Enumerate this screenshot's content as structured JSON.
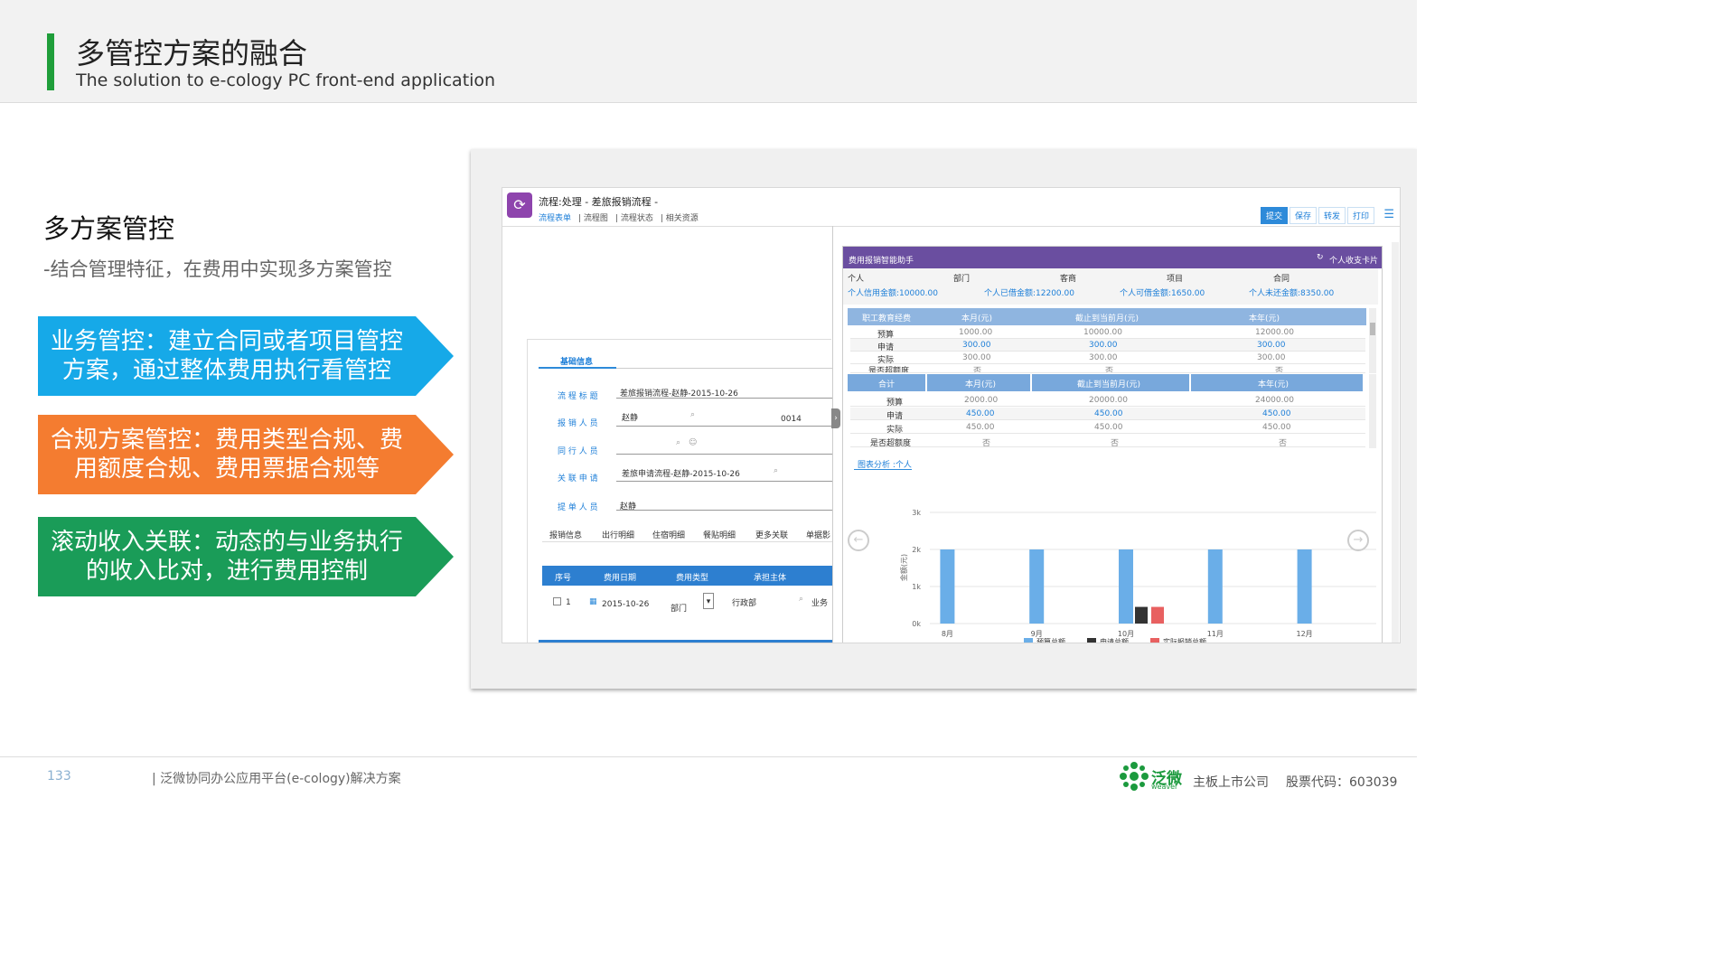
{
  "header": {
    "title": "多管控方案的融合",
    "subtitle": "The solution to e-cology PC front-end application"
  },
  "left": {
    "heading": "多方案管控",
    "subheading": "-结合管理特征，在费用中实现多方案管控",
    "items": [
      {
        "line1": "业务管控：建立合同或者项目管控",
        "line2": "方案，通过整体费用执行看管控",
        "color": "#16a9e8"
      },
      {
        "line1": "合规方案管控：费用类型合规、费",
        "line2": "用额度合规、费用票据合规等",
        "color": "#f47c30"
      },
      {
        "line1": "滚动收入关联：动态的与业务执行",
        "line2": "的收入比对，进行费用控制",
        "color": "#1a9c58"
      }
    ]
  },
  "app": {
    "title": "流程:处理 - 差旅报销流程 -",
    "icon": "workflow-icon",
    "tabs": [
      "流程表单",
      "流程图",
      "流程状态",
      "相关资源"
    ],
    "buttons": [
      "提交",
      "保存",
      "转发",
      "打印"
    ],
    "form": {
      "section": "基础信息",
      "fields": [
        {
          "label": "流 程 标 题",
          "value": "差旅报销流程-赵静-2015-10-26"
        },
        {
          "label": "报 销 人 员",
          "value": "赵静",
          "extra": "0014"
        },
        {
          "label": "同 行 人 员",
          "value": ""
        },
        {
          "label": "关 联 申 请",
          "value": "差旅申请流程-赵静-2015-10-26"
        },
        {
          "label": "提 单 人 员",
          "value": "赵静"
        }
      ],
      "detail_tabs": [
        "报销信息",
        "出行明细",
        "住宿明细",
        "餐贴明细",
        "更多关联",
        "单据影"
      ],
      "table_headers": [
        "序号",
        "费用日期",
        "费用类型",
        "承担主体"
      ],
      "table_row": {
        "no": "1",
        "date": "2015-10-26",
        "type": "部门",
        "owner": "行政部",
        "more": "业务"
      }
    },
    "panel": {
      "title": "费用报销智能助手",
      "link": "个人收支卡片",
      "cols": [
        "个人",
        "部门",
        "客商",
        "项目",
        "合同"
      ],
      "amounts": [
        "个人信用金额:10000.00",
        "个人已借金额:12200.00",
        "个人可借金额:1650.00",
        "个人未还金额:8350.00"
      ],
      "table1": {
        "headers": [
          "职工教育经费",
          "本月(元)",
          "截止到当前月(元)",
          "本年(元)"
        ],
        "rows": [
          [
            "预算",
            "1000.00",
            "10000.00",
            "12000.00"
          ],
          [
            "申请",
            "300.00",
            "300.00",
            "300.00"
          ],
          [
            "实际",
            "300.00",
            "300.00",
            "300.00"
          ],
          [
            "是否超额度",
            "否",
            "否",
            "否"
          ]
        ]
      },
      "table2": {
        "headers": [
          "合计",
          "本月(元)",
          "截止到当前月(元)",
          "本年(元)"
        ],
        "rows": [
          [
            "预算",
            "2000.00",
            "20000.00",
            "24000.00"
          ],
          [
            "申请",
            "450.00",
            "450.00",
            "450.00"
          ],
          [
            "实际",
            "450.00",
            "450.00",
            "450.00"
          ],
          [
            "是否超额度",
            "否",
            "否",
            "否"
          ]
        ]
      },
      "chart_label": "图表分析 :个人"
    }
  },
  "chart_data": {
    "type": "bar",
    "title": "",
    "ylabel": "金额(元)",
    "categories": [
      "8月",
      "9月",
      "10月",
      "11月",
      "12月"
    ],
    "yticks": [
      "0k",
      "1k",
      "2k",
      "3k"
    ],
    "ylim": [
      0,
      3000
    ],
    "series": [
      {
        "name": "预算总额",
        "color": "#6aaee8",
        "values": [
          2000,
          2000,
          2000,
          2000,
          2000
        ]
      },
      {
        "name": "申请总额",
        "color": "#333333",
        "values": [
          0,
          0,
          450,
          0,
          0
        ]
      },
      {
        "name": "实际报销总额",
        "color": "#e86060",
        "values": [
          0,
          0,
          450,
          0,
          0
        ]
      }
    ]
  },
  "footer": {
    "page": "133",
    "text": "| 泛微协同办公应用平台(e-cology)解决方案",
    "brand": "泛微",
    "brand_sub": "weaver",
    "listed": "主板上市公司",
    "stock": "股票代码：603039"
  }
}
